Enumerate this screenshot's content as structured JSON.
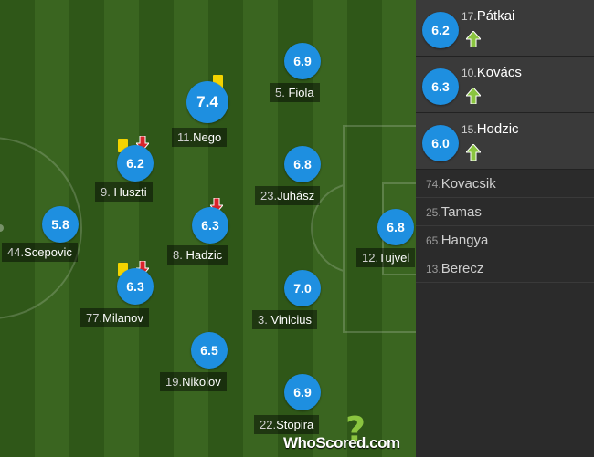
{
  "players": [
    {
      "number": "44.",
      "name": "Scepovic",
      "rating": "5.8"
    },
    {
      "number": "9.",
      "name": "Huszti",
      "rating": "6.2"
    },
    {
      "number": "11.",
      "name": "Nego",
      "rating": "7.4"
    },
    {
      "number": "5.",
      "name": "Fiola",
      "rating": "6.9"
    },
    {
      "number": "23.",
      "name": "Juhász",
      "rating": "6.8"
    },
    {
      "number": "8.",
      "name": "Hadzic",
      "rating": "6.3"
    },
    {
      "number": "77.",
      "name": "Milanov",
      "rating": "6.3"
    },
    {
      "number": "3.",
      "name": "Vinicius",
      "rating": "7.0"
    },
    {
      "number": "19.",
      "name": "Nikolov",
      "rating": "6.5"
    },
    {
      "number": "22.",
      "name": "Stopira",
      "rating": "6.9"
    },
    {
      "number": "12.",
      "name": "Tujvel",
      "rating": "6.8"
    }
  ],
  "substitutes_in": [
    {
      "number": "17.",
      "name": "Pátkai",
      "rating": "6.2"
    },
    {
      "number": "10.",
      "name": "Kovács",
      "rating": "6.3"
    },
    {
      "number": "15.",
      "name": "Hodzic",
      "rating": "6.0"
    }
  ],
  "bench": [
    {
      "number": "74.",
      "name": "Kovacsik"
    },
    {
      "number": "25.",
      "name": "Tamas"
    },
    {
      "number": "65.",
      "name": "Hangya"
    },
    {
      "number": "13.",
      "name": "Berecz"
    }
  ],
  "logo": {
    "mark": "?",
    "text": "WhoScored.com"
  },
  "icons": {
    "yellow_card": "yellow-card-icon",
    "sub_out": "sub-out-arrow-icon",
    "sub_in": "sub-in-arrow-icon"
  },
  "colors": {
    "rating_bg": "#1e8fe0",
    "yellow_card": "#f3d300",
    "sub_out": "#d9242b",
    "sub_in": "#8ac43f"
  }
}
